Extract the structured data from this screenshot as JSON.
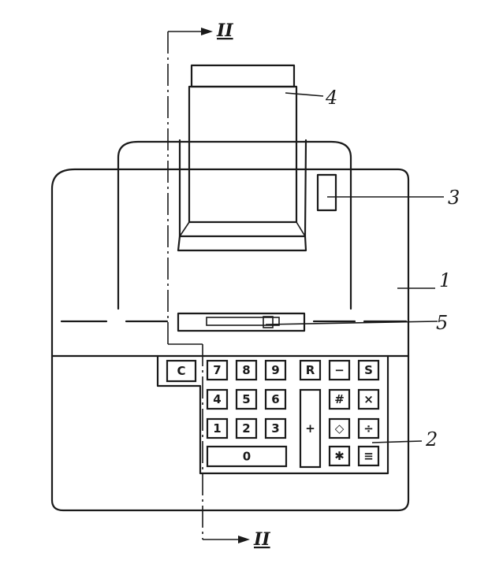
{
  "colors": {
    "ink": "#1a1a1a",
    "paper": "#ffffff"
  },
  "section_marker": {
    "top": "II",
    "bottom": "II"
  },
  "reference_labels": [
    "1",
    "2",
    "3",
    "4",
    "5"
  ],
  "keypad": {
    "clear_key": "C",
    "digit_rows": [
      [
        "7",
        "8",
        "9"
      ],
      [
        "4",
        "5",
        "6"
      ],
      [
        "1",
        "2",
        "3"
      ]
    ],
    "zero_key": "0",
    "plus_key": "+",
    "function_keys": [
      "R",
      "−",
      "S",
      "#",
      "×",
      "◇",
      "÷",
      "✱",
      "≡"
    ]
  }
}
